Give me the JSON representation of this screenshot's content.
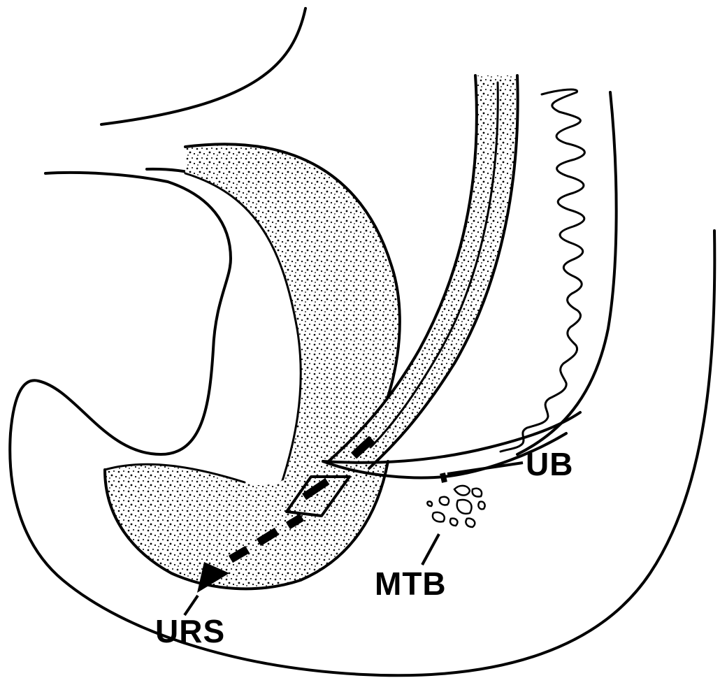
{
  "labels": {
    "ub": "UB",
    "mtb": "MTB",
    "urs": "URS"
  },
  "colors": {
    "ink": "#000000",
    "paper": "#ffffff"
  }
}
